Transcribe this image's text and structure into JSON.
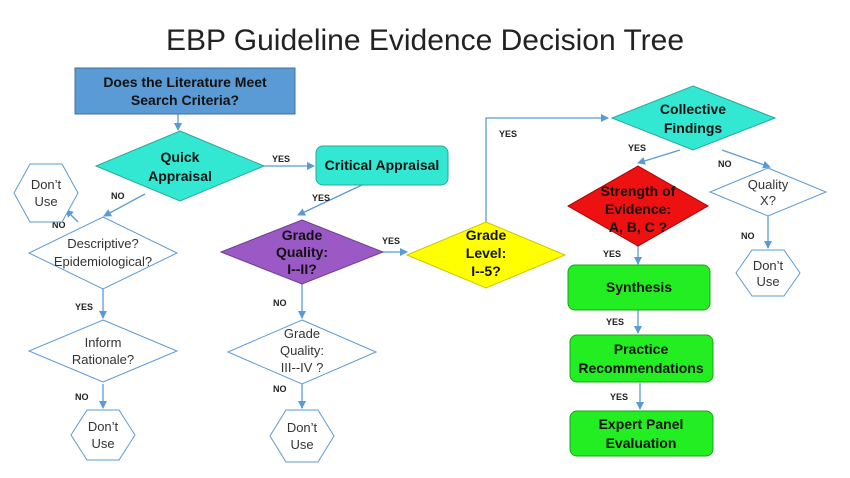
{
  "title": "EBP Guideline Evidence Decision Tree",
  "colors": {
    "blue_box": "#5b9bd5",
    "teal": "#33e8d2",
    "purple": "#9b59c6",
    "yellow": "#ffff00",
    "red": "#ee1111",
    "green": "#22ee22",
    "arrow": "#5b9bd5"
  },
  "nodes": {
    "search_criteria": [
      "Does the Literature Meet",
      "Search Criteria?"
    ],
    "quick_appraisal": [
      "Quick",
      "Appraisal"
    ],
    "critical_appraisal": [
      "Critical Appraisal"
    ],
    "grade_quality_1": [
      "Grade",
      "Quality:",
      "I--II?"
    ],
    "grade_level": [
      "Grade",
      "Level:",
      "I--5?"
    ],
    "collective_findings": [
      "Collective",
      "Findings"
    ],
    "strength_of_evidence": [
      "Strength of",
      "Evidence:",
      "A, B, C ?"
    ],
    "synthesis": [
      "Synthesis"
    ],
    "practice_recommendations": [
      "Practice",
      "Recommendations"
    ],
    "expert_panel": [
      "Expert Panel",
      "Evaluation"
    ],
    "quality_x": [
      "Quality",
      "X?"
    ],
    "descriptive": [
      "Descriptive?",
      "Epidemiological?"
    ],
    "inform_rationale": [
      "Inform",
      "Rationale?"
    ],
    "grade_quality_2": [
      "Grade",
      "Quality:",
      "III--IV ?"
    ],
    "dont_use_1": [
      "Don’t",
      "Use"
    ],
    "dont_use_2": [
      "Don’t",
      "Use"
    ],
    "dont_use_3": [
      "Don’t",
      "Use"
    ],
    "dont_use_4": [
      "Don’t",
      "Use"
    ]
  },
  "edge_labels": {
    "yes": "YES",
    "no": "NO"
  }
}
